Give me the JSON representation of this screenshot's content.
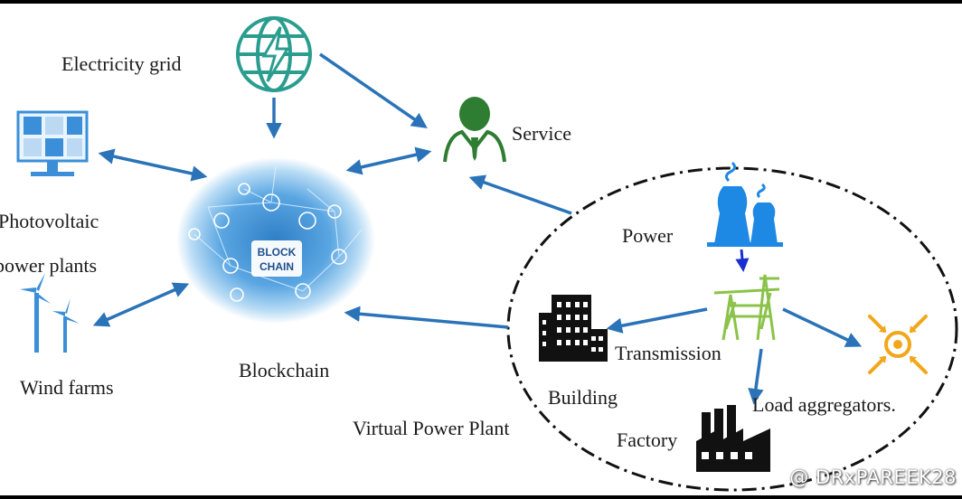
{
  "labels": {
    "electricity_grid": "Electricity grid",
    "service": "Service",
    "photovoltaic_line1": "Photovoltaic",
    "photovoltaic_line2": "power plants",
    "wind_farms": "Wind farms",
    "blockchain": "Blockchain",
    "blockchain_badge_line1": "BLOCK",
    "blockchain_badge_line2": "CHAIN",
    "power": "Power",
    "transmission": "Transmission",
    "building": "Building",
    "load_aggregators": "Load aggregators.",
    "factory": "Factory",
    "virtual_power_plant": "Virtual Power Plant"
  },
  "watermark": "@ DRxPAREEK28",
  "colors": {
    "arrow": "#2a73b8",
    "grid_icon": "#2a9d8f",
    "solar_icon": "#3b8fd8",
    "service_person": "#2e7d32",
    "power_plant": "#1e88e5",
    "transmission_tower": "#8bc34a",
    "load_aggregator": "#f2a71b",
    "blockchain_glow": "#6fb4e8"
  },
  "icons": [
    "globe-lightning-icon",
    "solar-panel-icon",
    "wind-turbine-icon",
    "person-icon",
    "power-plant-icon",
    "transmission-tower-icon",
    "building-icon",
    "factory-icon",
    "target-arrows-icon",
    "blockchain-network-icon"
  ]
}
